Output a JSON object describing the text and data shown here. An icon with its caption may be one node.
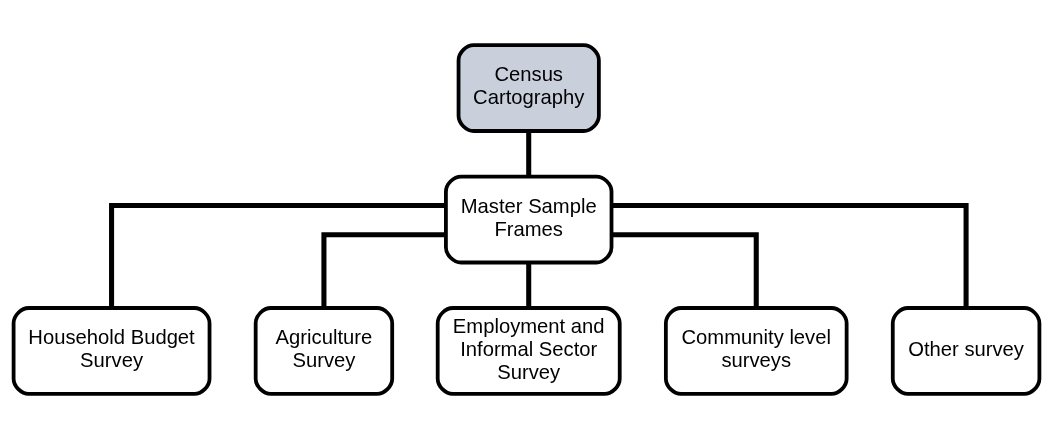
{
  "diagram": {
    "nodes": [
      {
        "text": [
          "Census Cartography"
        ]
      },
      {
        "text": [
          "Master Sample Frames"
        ]
      },
      {
        "text": [
          "Household Budget Survey"
        ]
      },
      {
        "text": [
          "Agriculture Survey"
        ]
      },
      {
        "text": [
          "Employment and Informal Sector Survey"
        ]
      },
      {
        "text": [
          "Community level surveys"
        ]
      },
      {
        "text": [
          "Other survey"
        ]
      }
    ],
    "edges": [
      {
        "from": 0,
        "to": 1,
        "arrow": "none"
      },
      {
        "from": 1,
        "to": 2,
        "arrow": "none"
      },
      {
        "from": 1,
        "to": 3,
        "arrow": "none"
      },
      {
        "from": 1,
        "to": 4,
        "arrow": "none"
      },
      {
        "from": 1,
        "to": 5,
        "arrow": "none"
      },
      {
        "from": 1,
        "to": 6,
        "arrow": "none"
      }
    ]
  }
}
